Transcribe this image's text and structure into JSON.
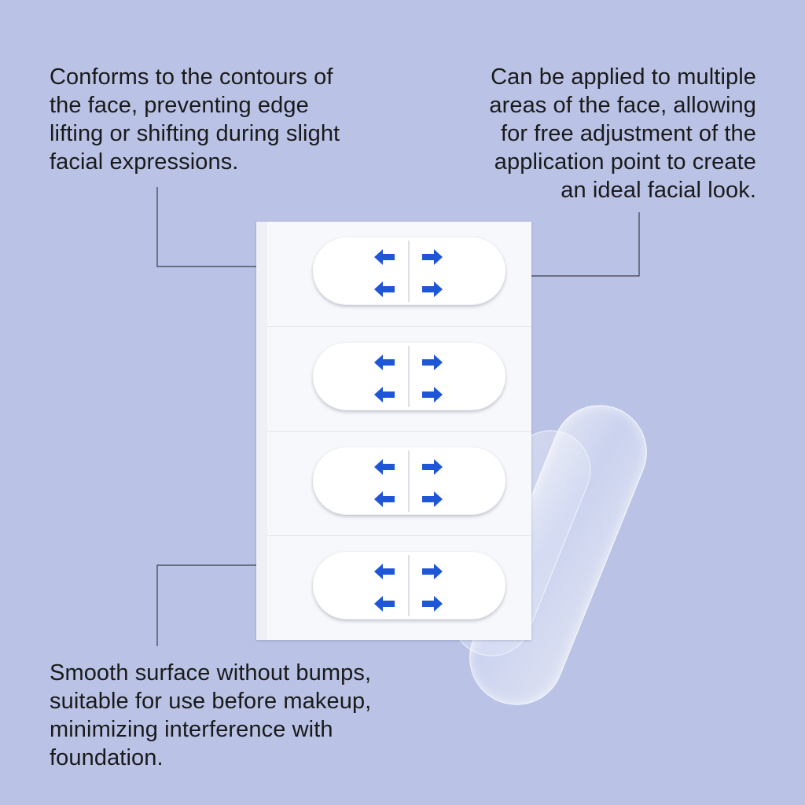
{
  "captions": {
    "top_left": "Conforms to the contours of\nthe face, preventing edge\nlifting or shifting during slight\nfacial expressions.",
    "top_right": "Can be applied to multiple\nareas of the face, allowing\nfor free adjustment of the\napplication point to create\nan ideal facial look.",
    "bottom_left": "Smooth surface without bumps,\nsuitable for use before makeup,\nminimizing interference with\nfoundation."
  },
  "colors": {
    "background": "#bac3e6",
    "arrow": "#1f56d6",
    "text": "#1a1a1a",
    "leader_line": "#3a3d4a"
  },
  "product": {
    "patch_count": 4,
    "arrow_icons": [
      "arrow-left-icon",
      "arrow-right-icon"
    ]
  }
}
